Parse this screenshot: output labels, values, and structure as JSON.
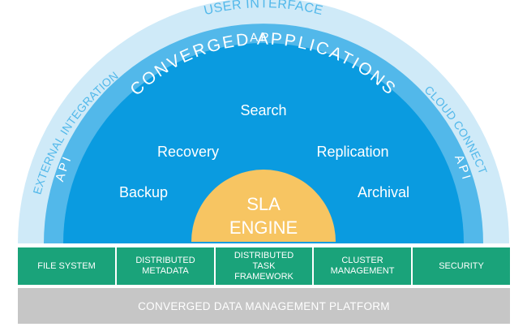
{
  "rings": {
    "user_interface": "USER INTERFACE",
    "external_integration": "EXTERNAL INTEGRATION",
    "cloud_connect": "CLOUD CONNECT",
    "api_top": "API",
    "api_left": "API",
    "api_right": "API",
    "converged_applications": "CONVERGED APPLICATIONS"
  },
  "applications": {
    "search": "Search",
    "recovery": "Recovery",
    "replication": "Replication",
    "backup": "Backup",
    "archival": "Archival"
  },
  "engine": {
    "line1": "SLA",
    "line2": "ENGINE"
  },
  "layers": [
    {
      "label": "FILE SYSTEM"
    },
    {
      "label": "DISTRIBUTED\nMETADATA"
    },
    {
      "label": "DISTRIBUTED\nTASK\nFRAMEWORK"
    },
    {
      "label": "CLUSTER\nMANAGEMENT"
    },
    {
      "label": "SECURITY"
    }
  ],
  "platform": {
    "label": "CONVERGED DATA MANAGEMENT PLATFORM"
  },
  "colors": {
    "outer_ring": "#cfeaf8",
    "api_ring": "#52b8ea",
    "apps_area": "#0a9be0",
    "engine": "#f7c562",
    "layer_cells": "#1aa37a",
    "platform": "#c6c6c6"
  }
}
